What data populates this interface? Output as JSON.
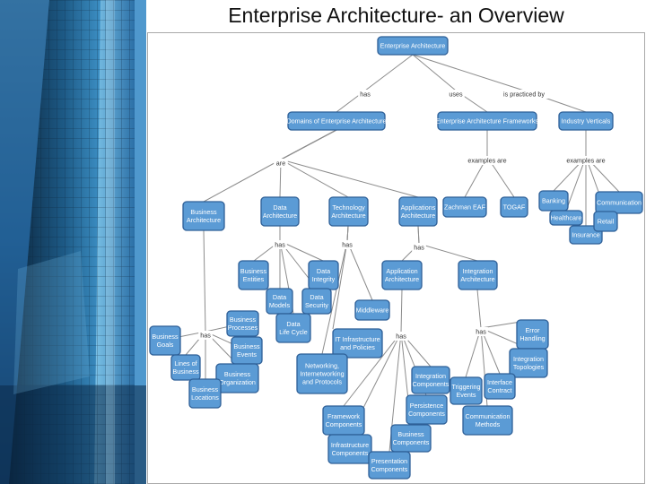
{
  "slide": {
    "title": "Enterprise Architecture- an Overview"
  },
  "left_image": {
    "description_icon": "glass-skyscraper-photo"
  },
  "colors": {
    "node_fill": "#5b9bd5",
    "node_border": "#2e5f97",
    "node_text": "#ffffff",
    "edge": "#8c8c8c"
  },
  "diagram": {
    "nodes": [
      {
        "id": "ea",
        "lines": [
          "Enterprise Architecture"
        ]
      },
      {
        "id": "domains",
        "lines": [
          "Domains of Enterprise Architecture"
        ]
      },
      {
        "id": "frameworks",
        "lines": [
          "Enterprise Architecture Frameworks"
        ]
      },
      {
        "id": "verticals",
        "lines": [
          "Industry Verticals"
        ]
      },
      {
        "id": "business_arch",
        "lines": [
          "Business",
          "Architecture"
        ]
      },
      {
        "id": "data_arch",
        "lines": [
          "Data",
          "Architecture"
        ]
      },
      {
        "id": "tech_arch",
        "lines": [
          "Technology",
          "Architecture"
        ]
      },
      {
        "id": "apps_arch",
        "lines": [
          "Applications",
          "Architecture"
        ]
      },
      {
        "id": "zachman",
        "lines": [
          "Zachman EAF"
        ]
      },
      {
        "id": "togaf",
        "lines": [
          "TOGAF"
        ]
      },
      {
        "id": "banking",
        "lines": [
          "Banking"
        ]
      },
      {
        "id": "healthcare",
        "lines": [
          "Healthcare"
        ]
      },
      {
        "id": "insurance",
        "lines": [
          "Insurance"
        ]
      },
      {
        "id": "communication",
        "lines": [
          "Communication"
        ]
      },
      {
        "id": "retail",
        "lines": [
          "Retail"
        ]
      },
      {
        "id": "business_entities",
        "lines": [
          "Business",
          "Entities"
        ]
      },
      {
        "id": "data_integrity",
        "lines": [
          "Data",
          "Integrity"
        ]
      },
      {
        "id": "data_models",
        "lines": [
          "Data",
          "Models"
        ]
      },
      {
        "id": "data_security",
        "lines": [
          "Data",
          "Security"
        ]
      },
      {
        "id": "data_lifecycle",
        "lines": [
          "Data",
          "Life Cycle"
        ]
      },
      {
        "id": "app_arch",
        "lines": [
          "Application",
          "Architecture"
        ]
      },
      {
        "id": "integ_arch",
        "lines": [
          "Integration",
          "Architecture"
        ]
      },
      {
        "id": "middleware",
        "lines": [
          "Middleware"
        ]
      },
      {
        "id": "business_processes",
        "lines": [
          "Business",
          "Processes"
        ]
      },
      {
        "id": "business_goals",
        "lines": [
          "Business",
          "Goals"
        ]
      },
      {
        "id": "business_events",
        "lines": [
          "Business",
          "Events"
        ]
      },
      {
        "id": "lines_of_business",
        "lines": [
          "Lines of",
          "Business"
        ]
      },
      {
        "id": "business_org",
        "lines": [
          "Business",
          "Organization"
        ]
      },
      {
        "id": "business_locations",
        "lines": [
          "Business",
          "Locations"
        ]
      },
      {
        "id": "it_infra",
        "lines": [
          "IT Infrastructure",
          "and Policies"
        ]
      },
      {
        "id": "networking",
        "lines": [
          "Networking,",
          "Internetworking",
          "and Protocols"
        ]
      },
      {
        "id": "error_handling",
        "lines": [
          "Error",
          "Handling"
        ]
      },
      {
        "id": "integ_topologies",
        "lines": [
          "Integration",
          "Topologies"
        ]
      },
      {
        "id": "integ_components",
        "lines": [
          "Integration",
          "Components"
        ]
      },
      {
        "id": "triggering_events",
        "lines": [
          "Triggering",
          "Events"
        ]
      },
      {
        "id": "interface_contract",
        "lines": [
          "Interface",
          "Contract"
        ]
      },
      {
        "id": "persistence",
        "lines": [
          "Persistence",
          "Components"
        ]
      },
      {
        "id": "comm_methods",
        "lines": [
          "Communication",
          "Methods"
        ]
      },
      {
        "id": "framework_comp",
        "lines": [
          "Framework",
          "Components"
        ]
      },
      {
        "id": "infra_comp",
        "lines": [
          "Infrastructure",
          "Components"
        ]
      },
      {
        "id": "business_comp",
        "lines": [
          "Business",
          "Components"
        ]
      },
      {
        "id": "presentation_comp",
        "lines": [
          "Presentation",
          "Components"
        ]
      }
    ],
    "edge_labels": [
      {
        "id": "has_1",
        "text": "has"
      },
      {
        "id": "uses",
        "text": "uses"
      },
      {
        "id": "practiced_by",
        "text": "is practiced by"
      },
      {
        "id": "are",
        "text": "are"
      },
      {
        "id": "examples_fw",
        "text": "examples are"
      },
      {
        "id": "examples_ind",
        "text": "examples are"
      },
      {
        "id": "has_data",
        "text": "has"
      },
      {
        "id": "has_tech",
        "text": "has"
      },
      {
        "id": "has_apps",
        "text": "has"
      },
      {
        "id": "has_business",
        "text": "has"
      },
      {
        "id": "has_app",
        "text": "has"
      },
      {
        "id": "has_integ",
        "text": "has"
      }
    ]
  }
}
